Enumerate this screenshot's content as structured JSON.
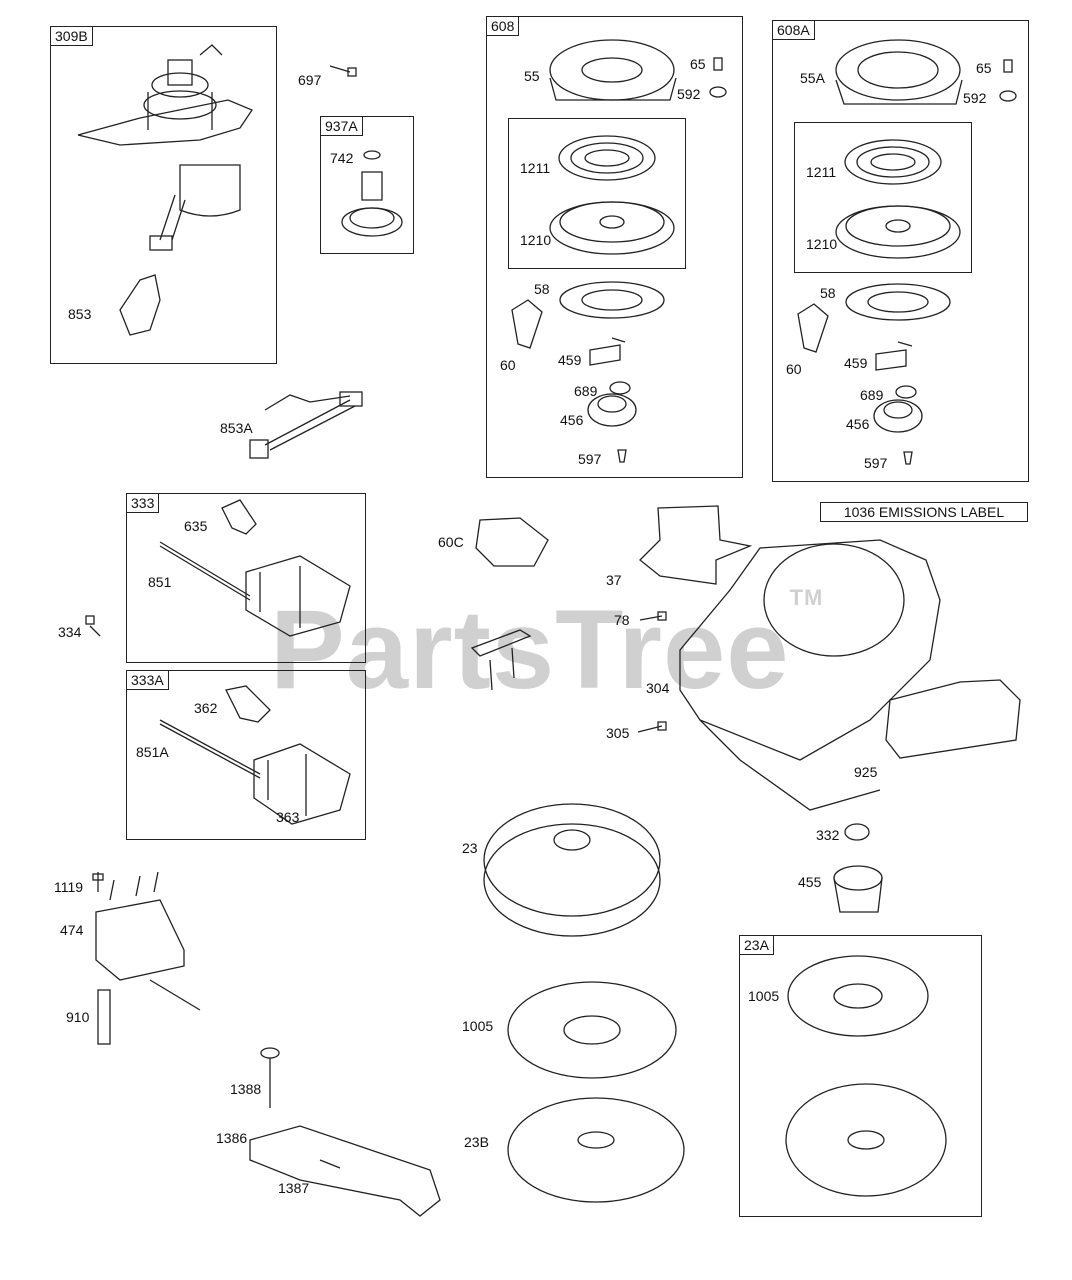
{
  "watermark": {
    "text": "PartsTree",
    "mark": "TM"
  },
  "emissions_label": "1036 EMISSIONS LABEL",
  "groups": [
    {
      "id": "309B",
      "label": "309B"
    },
    {
      "id": "937A",
      "label": "937A"
    },
    {
      "id": "608",
      "label": "608"
    },
    {
      "id": "608A",
      "label": "608A"
    },
    {
      "id": "333",
      "label": "333"
    },
    {
      "id": "333A",
      "label": "333A"
    },
    {
      "id": "23A",
      "label": "23A"
    }
  ],
  "callouts": [
    "697",
    "853",
    "742",
    "853A",
    "55",
    "65",
    "592",
    "1211",
    "1210",
    "58",
    "60",
    "459",
    "689",
    "456",
    "597",
    "55A",
    "65",
    "592",
    "1211",
    "1210",
    "58",
    "60",
    "459",
    "689",
    "456",
    "597",
    "635",
    "851",
    "334",
    "362",
    "851A",
    "363",
    "60C",
    "37",
    "78",
    "304",
    "305",
    "925",
    "23",
    "332",
    "455",
    "1119",
    "474",
    "910",
    "1005",
    "1388",
    "1386",
    "1387",
    "23B",
    "1005"
  ],
  "part_icons": [
    "starter-motor",
    "bolt",
    "gear",
    "ignition-wire",
    "rewind-starter-housing",
    "spring",
    "pulley",
    "starter-handle",
    "pawl",
    "ratchet",
    "ignition-coil",
    "spark-plug-boot",
    "bracket",
    "blower-housing",
    "baffle",
    "flywheel",
    "nut",
    "clutch",
    "alternator",
    "spacer",
    "governor-lever"
  ]
}
